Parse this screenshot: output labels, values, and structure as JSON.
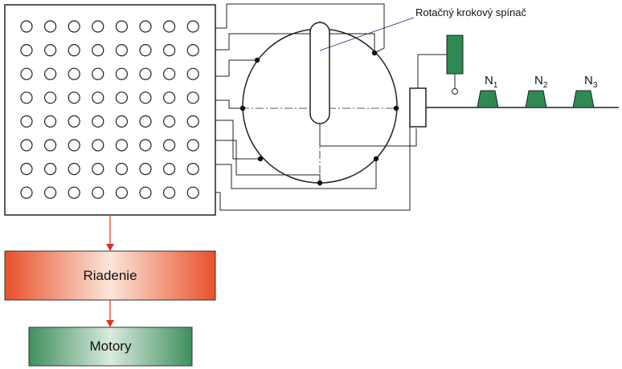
{
  "callout": {
    "label": "Rotačný krokový spínač"
  },
  "blocks": {
    "control": {
      "label": "Riadenie",
      "color_left": "#e8502a",
      "color_mid": "#fbe6da",
      "color_right": "#e8502a"
    },
    "motors": {
      "label": "Motory",
      "color_left": "#3f8f5e",
      "color_mid": "#d9eadd",
      "color_right": "#3f8f5e"
    }
  },
  "arrow_color": "#d9331e",
  "node_color": "#2f8a52",
  "nodes": [
    {
      "letter": "N",
      "index": "1"
    },
    {
      "letter": "N",
      "index": "2"
    },
    {
      "letter": "N",
      "index": "3"
    }
  ],
  "matrix": {
    "rows": 8,
    "cols": 8
  }
}
